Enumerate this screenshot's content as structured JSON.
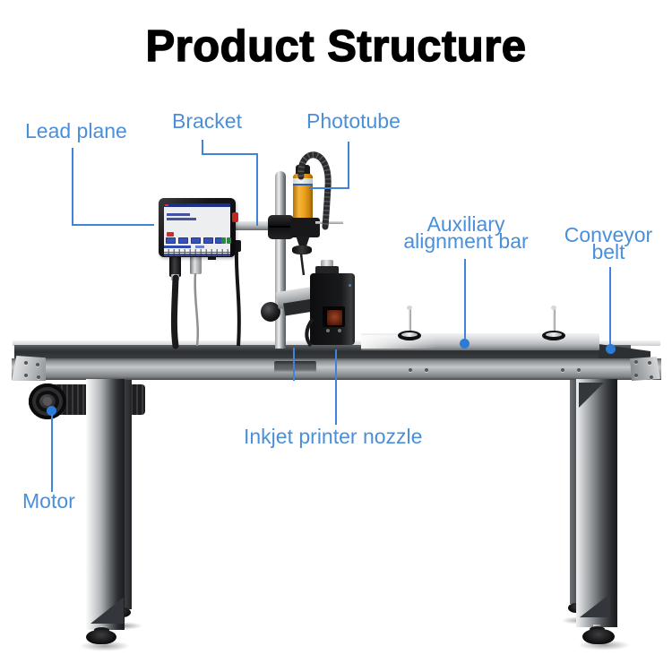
{
  "title": "Product Structure",
  "colors": {
    "label_blue": "#4a8fd9",
    "leader_blue": "#3f83da",
    "dot_blue": "#2e7bd6",
    "phototube_yellow": "#eda41c",
    "nozzle_window_maroon": "#5a1d0c",
    "screen_button_blue": "#3552b8",
    "screen_button_green": "#1f8f3a",
    "screen_button_red": "#cf2b2b"
  },
  "labels": {
    "lead_plane": "Lead plane",
    "bracket": "Bracket",
    "phototube": "Phototube",
    "auxiliary_line1": "Auxiliary",
    "auxiliary_line2": "alignment bar",
    "conveyor_line1": "Conveyor",
    "conveyor_line2": "belt",
    "inkjet_printer_nozzle": "Inkjet printer nozzle",
    "motor": "Motor"
  }
}
